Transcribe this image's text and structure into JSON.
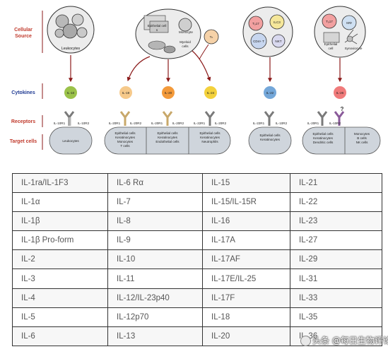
{
  "diagram": {
    "row_labels": {
      "cellular_source": [
        "Cellular",
        "Source"
      ],
      "cytokines": "Cytokines",
      "receptors": "Receptors",
      "target_cells": "Target cells"
    },
    "source_cells": {
      "leukocytes": "Leukocytes",
      "epithelial_cell": [
        "Epithelial cell",
        "s"
      ],
      "monocyte": "Monocyte",
      "myeloid_cells": [
        "Myeloid",
        "cells"
      ],
      "th_a": "Tₕ",
      "th17_a": "T₉17",
      "ilc3": "ILC3",
      "cd4_t": "CD4+ T",
      "nkt": "NKT",
      "th17_b": "T₉17",
      "mo": "MΦ",
      "epithelial_cell_b": [
        "Epithelial",
        "cell"
      ],
      "synoviocyte": "Synoviocyte"
    },
    "cytokines": [
      "IL-10",
      "IL-19",
      "IL-20",
      "IL-24",
      "IL-22",
      "IL-26"
    ],
    "receptors": {
      "g1": [
        "IL-10R1",
        "IL-10R2"
      ],
      "g2": [
        "IL-20R1",
        "IL-20R2",
        "IL-20R1",
        "IL-20R2",
        "IL-22R1",
        "IL-20R2"
      ],
      "g3": [
        "IL-22R1",
        "IL-10R2"
      ],
      "g4": [
        "IL-20R1",
        "IL-10R2"
      ],
      "question": "?"
    },
    "targets": {
      "t1": [
        "Leukocytes"
      ],
      "t2a": [
        "Epithelial cells",
        "Keratinocytes",
        "Monocytes",
        "T cells"
      ],
      "t2b": [
        "Epithelial cells",
        "Keratinocytes",
        "Endothelial cells"
      ],
      "t2c": [
        "Epithelial cells",
        "Keratinocytes",
        "Neutrophils"
      ],
      "t3": [
        "Epithelial cells",
        "Keratinocytes"
      ],
      "t4a": [
        "Epithelial cells",
        "Keratinocytes",
        "Dendritic cells"
      ],
      "t4b": [
        "Monocytes",
        "B cells",
        "NK cells"
      ]
    },
    "colors": {
      "red_label": "#c0392b",
      "blue_label": "#1f3a93",
      "il10": "#9bc24a",
      "il19": "#f6c98a",
      "il20": "#f39a3b",
      "il24": "#f3d13c",
      "il22": "#74a7d9",
      "il26": "#f07b7b",
      "arrow": "#8b1a1a"
    }
  },
  "table": {
    "rows": [
      [
        "IL-1ra/IL-1F3",
        "IL-6 Rα",
        "IL-15",
        "IL-21"
      ],
      [
        "IL-1α",
        "IL-7",
        "IL-15/IL-15R",
        "IL-22"
      ],
      [
        "IL-1β",
        "IL-8",
        "IL-16",
        "IL-23"
      ],
      [
        "IL-1β Pro-form",
        "IL-9",
        "IL-17A",
        "IL-27"
      ],
      [
        "IL-2",
        "IL-10",
        "IL-17AF",
        "IL-29"
      ],
      [
        "IL-3",
        "IL-11",
        "IL-17E/IL-25",
        "IL-31"
      ],
      [
        "IL-4",
        "IL-12/IL-23p40",
        "IL-17F",
        "IL-33"
      ],
      [
        "IL-5",
        "IL-12p70",
        "IL-18",
        "IL-35"
      ],
      [
        "IL-6",
        "IL-13",
        "IL-20",
        "IL-36"
      ]
    ]
  },
  "watermark": "头条 @每日生物评论"
}
